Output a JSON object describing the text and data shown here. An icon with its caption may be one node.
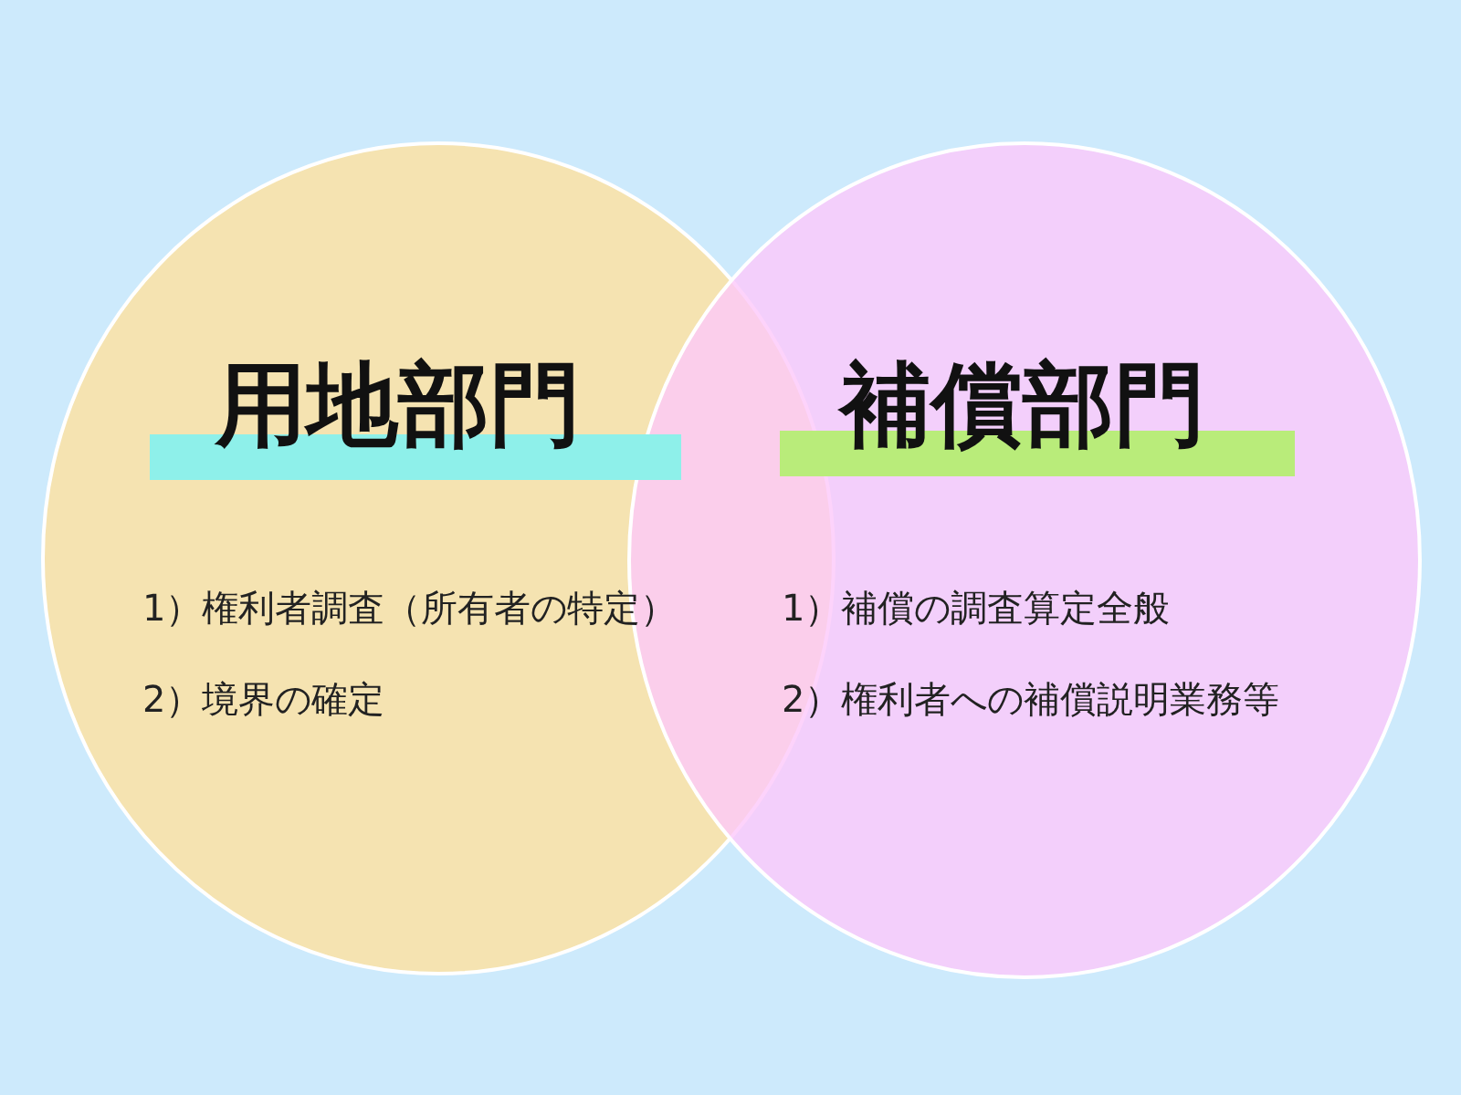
{
  "diagram": {
    "nodes": [
      {
        "text": [
          "用地部門",
          "1）権利者調査（所有者の特定）",
          "2）境界の確定"
        ]
      },
      {
        "text": [
          "補償部門",
          "1）補償の調査算定全般",
          "2）権利者への補償説明業務等"
        ]
      }
    ]
  }
}
